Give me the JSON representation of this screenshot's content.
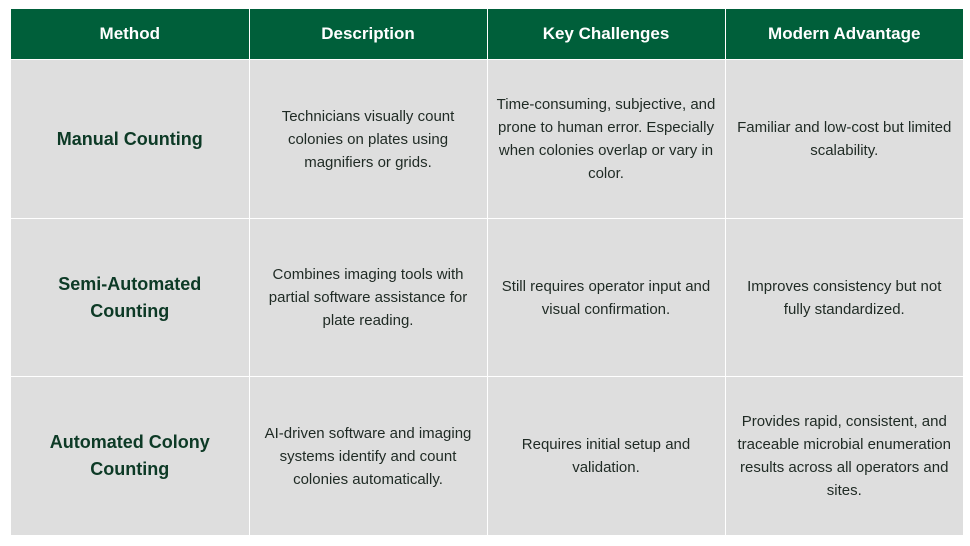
{
  "table": {
    "headers": [
      "Method",
      "Description",
      "Key Challenges",
      "Modern Advantage"
    ],
    "rows": [
      {
        "method": "Manual Counting",
        "description": "Technicians visually count colonies on plates using magnifiers or grids.",
        "challenges": "Time-consuming, subjective, and prone to human error. Especially when colonies overlap or vary in color.",
        "advantage": "Familiar and low-cost but limited scalability."
      },
      {
        "method": "Semi-Automated Counting",
        "description": "Combines imaging tools with partial software assistance for plate reading.",
        "challenges": "Still requires operator input and visual confirmation.",
        "advantage": "Improves consistency but not fully standardized."
      },
      {
        "method": "Automated Colony Counting",
        "description": "AI-driven software and imaging systems identify and count colonies automatically.",
        "challenges": "Requires initial setup and validation.",
        "advantage": "Provides rapid, consistent, and traceable microbial enumeration results across all operators and sites."
      }
    ]
  },
  "colors": {
    "header_bg": "#005f3a",
    "header_text": "#ffffff",
    "cell_bg": "#dedede",
    "method_text": "#0d3a26"
  }
}
